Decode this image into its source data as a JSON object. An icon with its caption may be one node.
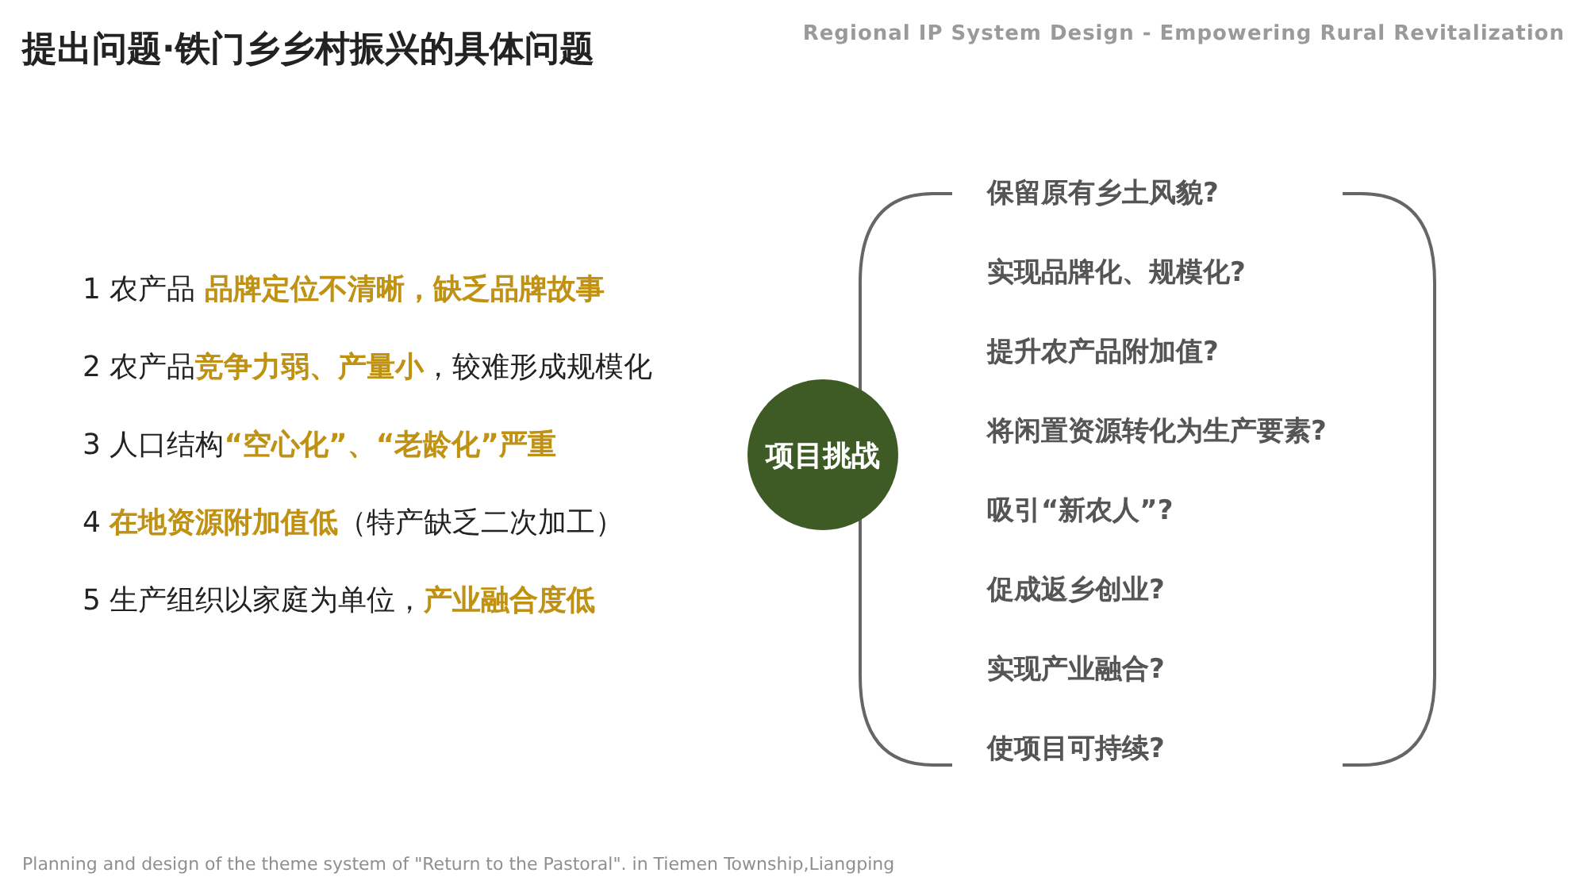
{
  "diagram": {
    "title": "提出问题·铁门乡乡村振兴的具体问题",
    "caption": "Planning and design of the theme system of \"Return to the Pastoral\". in Tiemen Township,Liangping",
    "nodes": [
      {
        "text": [
          "项目挑战"
        ]
      },
      {
        "text": [
          "保留原有乡土风貌?",
          "实现品牌化、规模化?",
          "提升农产品附加值?",
          "将闲置资源转化为生产要素?",
          "吸引“新农人”?",
          "促成返乡创业?",
          "实现产业融合?",
          "使项目可持续?"
        ]
      }
    ],
    "edges": [],
    "labels": [
      "Regional IP System Design - Empowering Rural Revitalization",
      "1 农产品 **品牌定位不清晰，缺乏品牌故事**",
      "2 农产品**竞争力弱、产量小**，较难形成规模化",
      "3 人口结构**“空心化”、“老龄化”严重**",
      "4 **在地资源附加值低**（特产缺乏二次加工）",
      "5 生产组织以家庭为单位，**产业融合度低**"
    ]
  }
}
